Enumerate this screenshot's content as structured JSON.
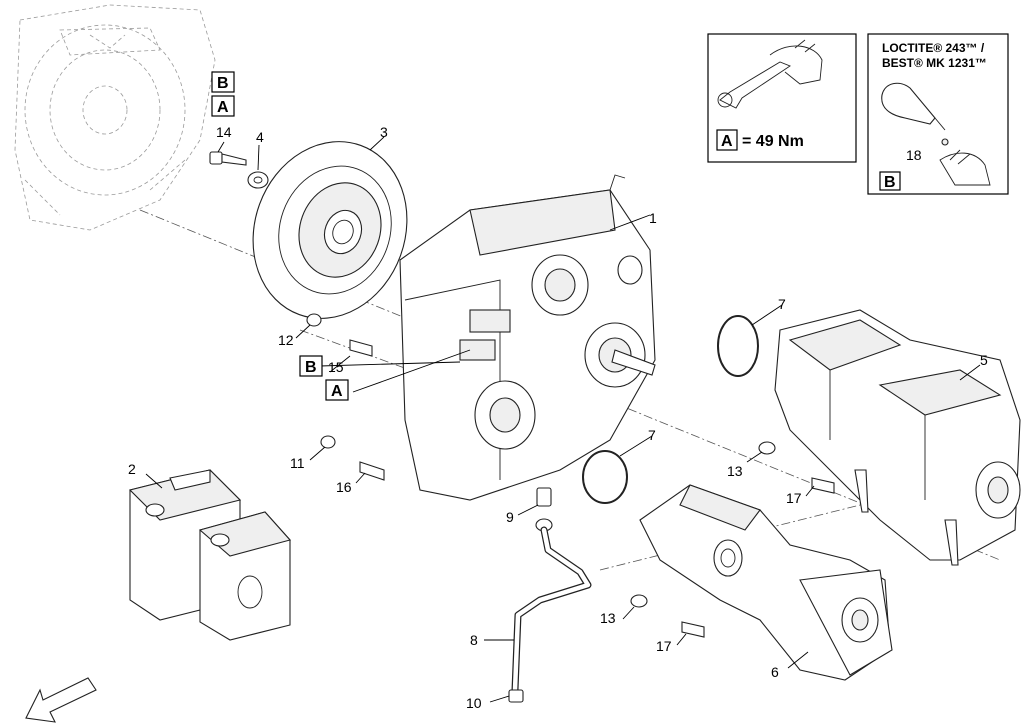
{
  "callouts": {
    "c1": "1",
    "c2": "2",
    "c3": "3",
    "c4": "4",
    "c5": "5",
    "c6": "6",
    "c7a": "7",
    "c7b": "7",
    "c8": "8",
    "c9": "9",
    "c10": "10",
    "c11": "11",
    "c12": "12",
    "c13a": "13",
    "c13b": "13",
    "c14": "14",
    "c15": "15",
    "c16": "16",
    "c17a": "17",
    "c17b": "17",
    "c18": "18"
  },
  "reference_boxes": {
    "top_b": "B",
    "top_a": "A",
    "mid_b": "B",
    "mid_a": "A",
    "torque_a": "A",
    "loctite_b": "B"
  },
  "torque_panel": {
    "value": "= 49 Nm"
  },
  "loctite_panel": {
    "line1": "LOCTITE® 243™ /",
    "line2": "BEST® MK 1231™"
  }
}
